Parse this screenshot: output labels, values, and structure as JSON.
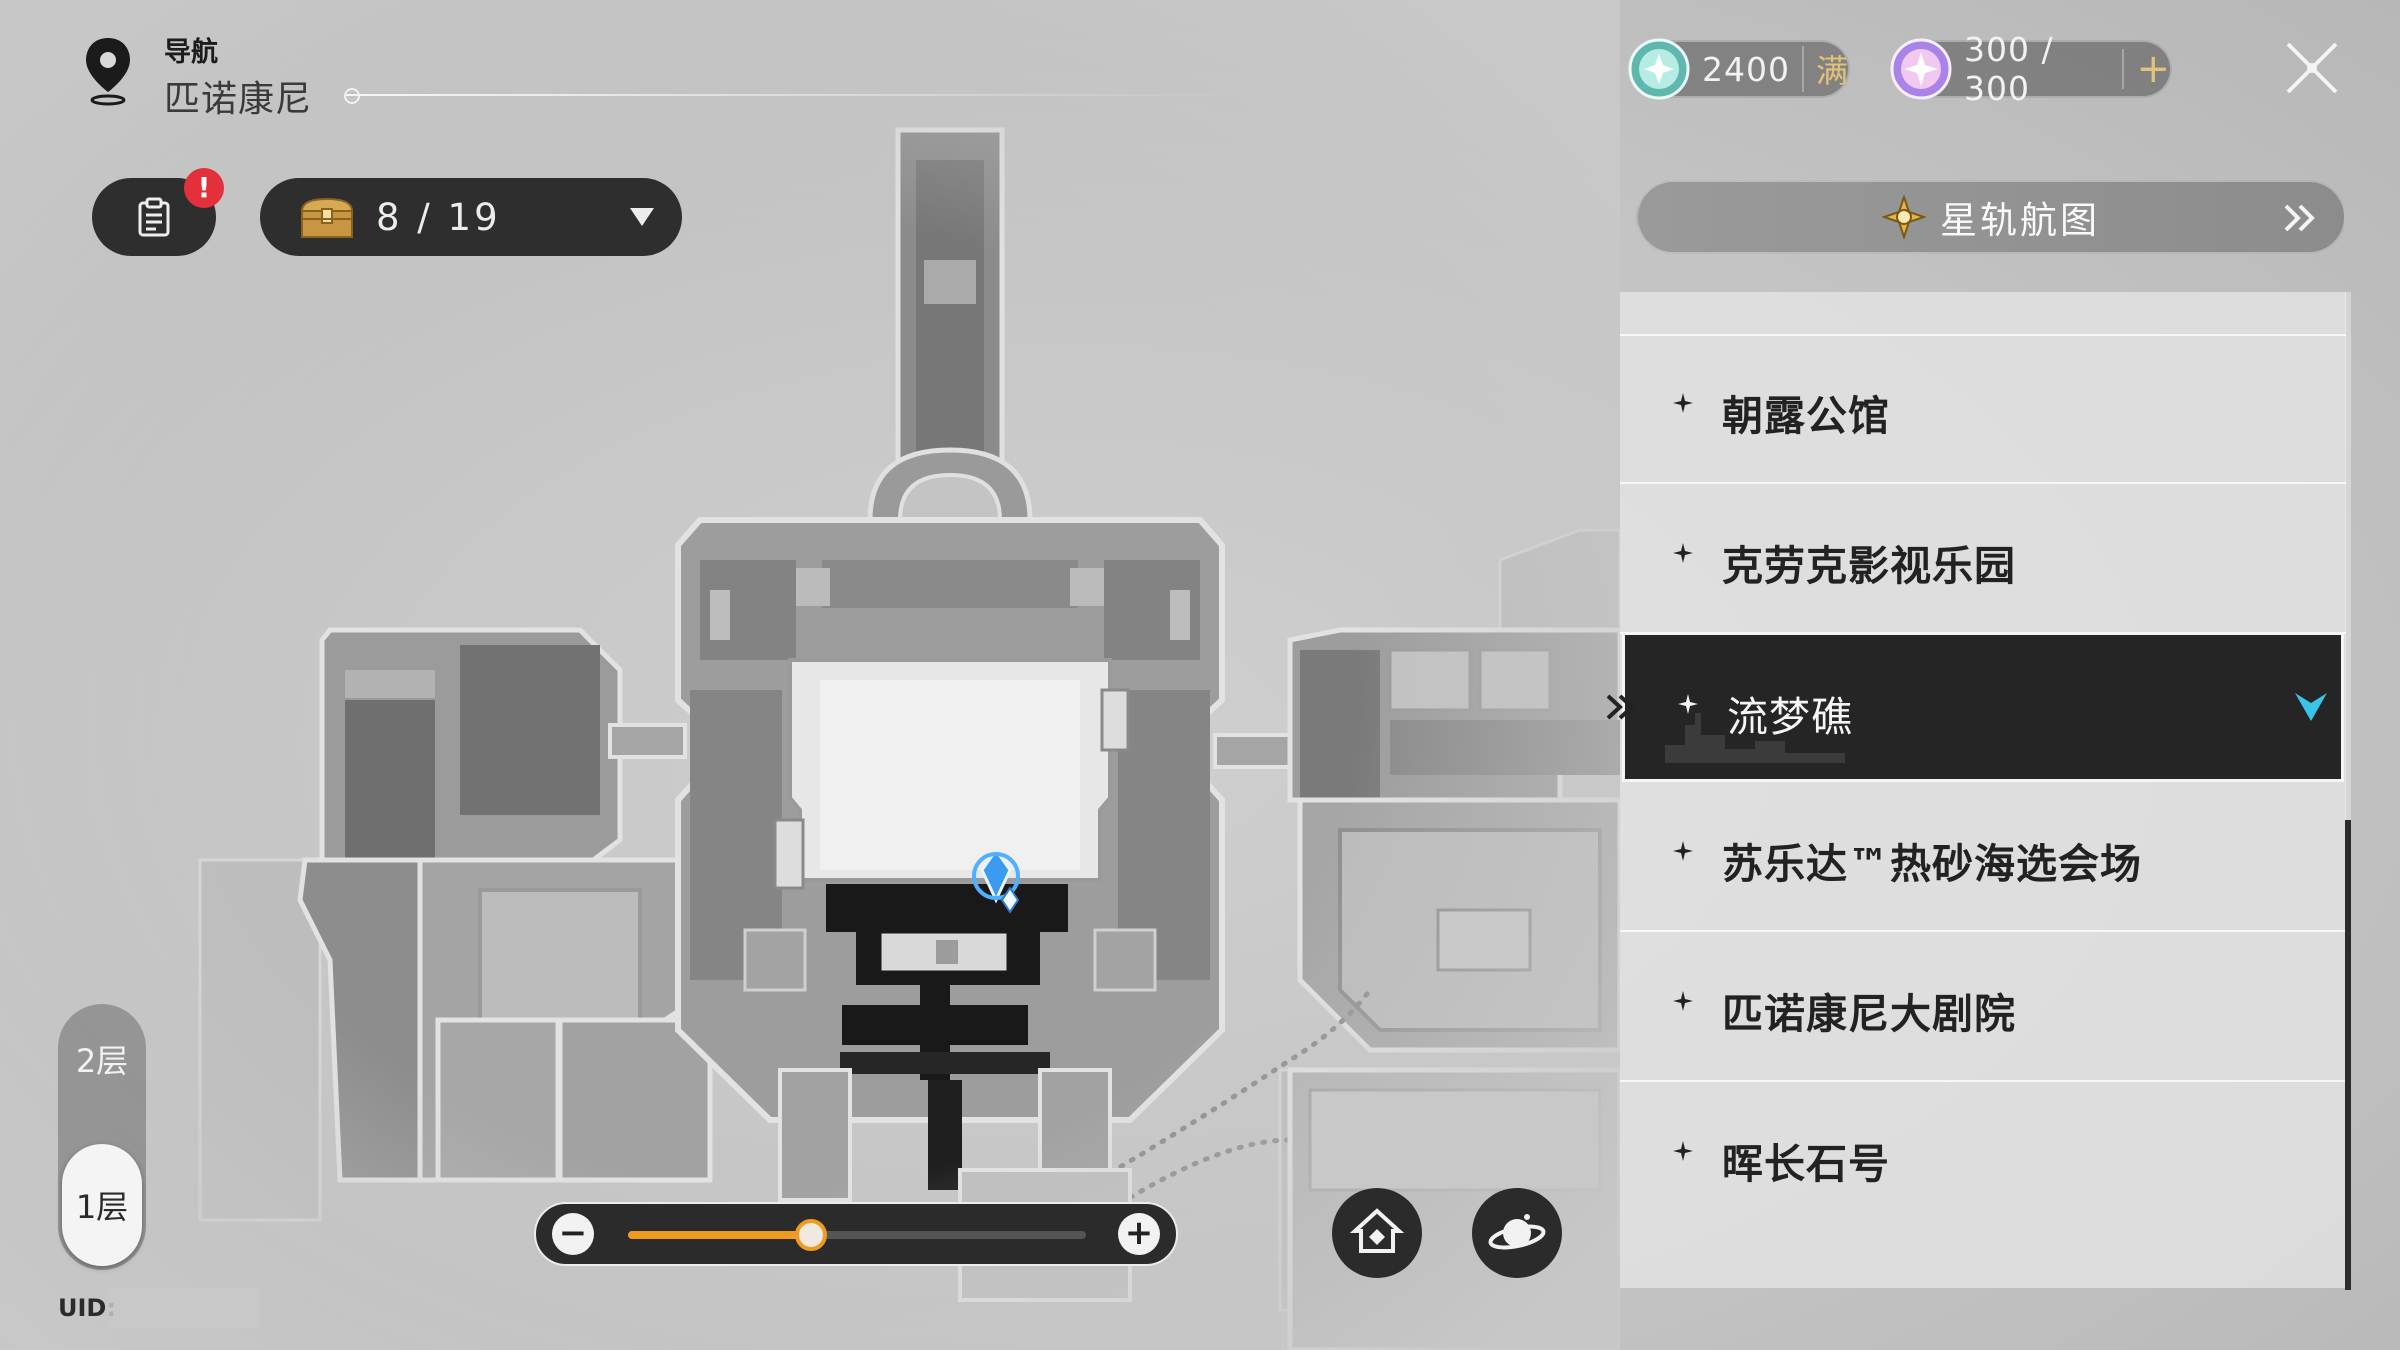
{
  "header": {
    "subtitle": "导航",
    "title": "匹诺康尼"
  },
  "currencies": [
    {
      "icon": "trailblaze-power-icon",
      "value": "2400",
      "badge": "满",
      "color": "#7fd6c8"
    },
    {
      "icon": "stellar-jade-icon",
      "value": "300 / 300",
      "badge": "+",
      "color": "#c9a6ff"
    }
  ],
  "toolbar": {
    "alert_badge": "!",
    "chest_counter": "8 / 19"
  },
  "star_rail_map": {
    "label": "星轨航图"
  },
  "locations": [
    {
      "label": "朝露公馆",
      "active": false
    },
    {
      "label": "克劳克影视乐园",
      "active": false
    },
    {
      "label": "流梦礁",
      "active": true
    },
    {
      "label": "苏乐达™热砂海选会场",
      "active": false
    },
    {
      "label": "匹诺康尼大剧院",
      "active": false
    },
    {
      "label": "晖长石号",
      "active": false
    }
  ],
  "floors": {
    "upper": "2层",
    "current": "1层"
  },
  "uid_label": "UID:",
  "zoom": {
    "minus": "−",
    "plus": "+",
    "level": 0.4
  },
  "colors": {
    "accent_orange": "#f09a1f",
    "alert_red": "#e3303b",
    "selection_cyan": "#38c6e8",
    "panel_dark": "#252525"
  }
}
